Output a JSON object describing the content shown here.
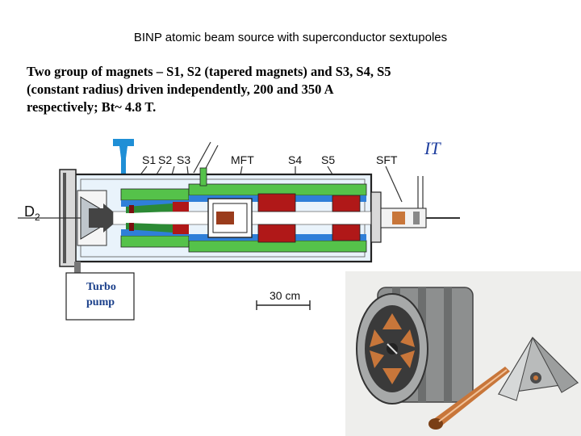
{
  "slide": {
    "title": "BINP atomic beam source with superconductor sextupoles",
    "body_lines": [
      "Two group of magnets – S1, S2 (tapered magnets) and S3, S4, S5",
      "(constant radius) driven independently,  200 and 350 A",
      "respectively; Bt~ 4.8 T."
    ]
  },
  "diagram": {
    "labels": {
      "s1": "S1",
      "s2": "S2",
      "s3": "S3",
      "mft": "MFT",
      "s4": "S4",
      "s5": "S5",
      "sft": "SFT",
      "it": "IT",
      "d2": "D",
      "d2_sub": "2",
      "pump_line1": "Turbo",
      "pump_line2": "pump",
      "scale": "30 cm"
    },
    "colors": {
      "magnet_red": "#b01818",
      "cryostat_green": "#55c24a",
      "coolant_blue": "#2f7fd8",
      "turbo_blue": "#1f8fd6",
      "pump_text": "#1a3f8a",
      "it_text": "#1f3f9f",
      "cu_orange": "#c8763a"
    }
  }
}
